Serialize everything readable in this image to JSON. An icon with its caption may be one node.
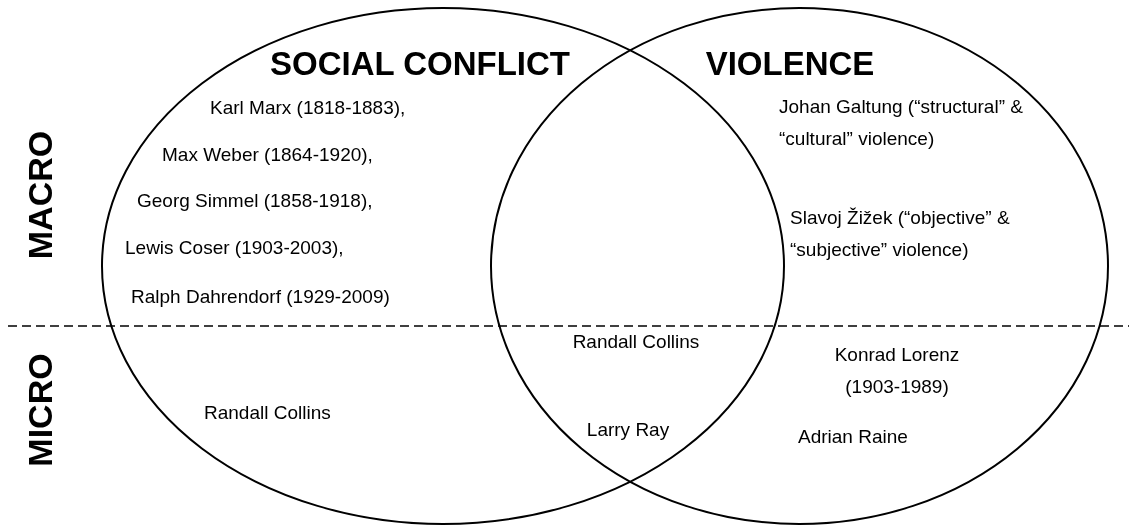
{
  "diagram": {
    "nodes": [
      {
        "text": [
          "SOCIAL CONFLICT"
        ]
      },
      {
        "text": [
          "VIOLENCE"
        ]
      }
    ],
    "edges": [],
    "labels": [
      "MACRO",
      "MICRO",
      "Karl Marx (1818-1883),",
      "Max Weber (1864-1920),",
      "Georg Simmel (1858-1918),",
      "Lewis Coser (1903-2003),",
      "Ralph Dahrendorf (1929-2009)",
      "Johan Galtung (“structural” & “cultural” violence)",
      "Slavoj Žižek (“objective” & “subjective” violence)",
      "Randall Collins",
      "Randall Collins",
      "Konrad Lorenz (1903-1989)",
      "Larry Ray",
      "Adrian Raine"
    ]
  }
}
